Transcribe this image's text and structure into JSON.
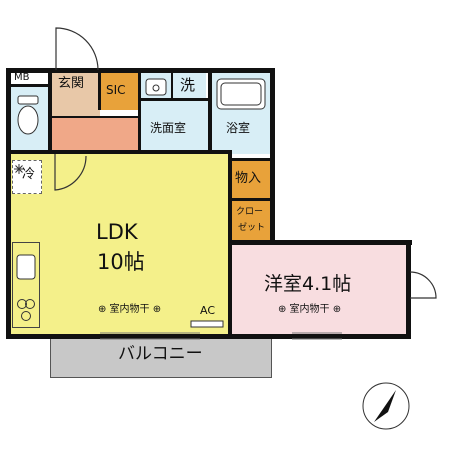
{
  "rooms": {
    "mb": "MB",
    "genkan": "玄関",
    "sic": "SIC",
    "sentaku": "洗",
    "senmenshitsu": "洗面室",
    "yokushitsu": "浴室",
    "rei": "冷",
    "monoire": "物入",
    "closet_line1": "クロー",
    "closet_line2": "ゼット",
    "ldk_line1": "LDK",
    "ldk_line2": "10帖",
    "ldk_drying": "⊕ 室内物干 ⊕",
    "ac": "AC",
    "youshitsu": "洋室4.1帖",
    "youshitsu_drying": "⊕ 室内物干 ⊕",
    "balcony": "バルコニー"
  },
  "colors": {
    "ldk": "#f4f08a",
    "kitchen": "#f4f08a",
    "youshitsu": "#f8dde0",
    "wet_area": "#d8eef6",
    "storage": "#e8a23a",
    "genkan": "#e8c8a8",
    "hall": "#f0a888",
    "balcony": "#c8c8c8"
  },
  "icons": [
    "north-arrow-icon",
    "toilet-icon",
    "bathtub-icon",
    "sink-icon",
    "stove-icon",
    "kitchen-sink-icon",
    "fridge-space-icon",
    "door-swing-icon"
  ]
}
